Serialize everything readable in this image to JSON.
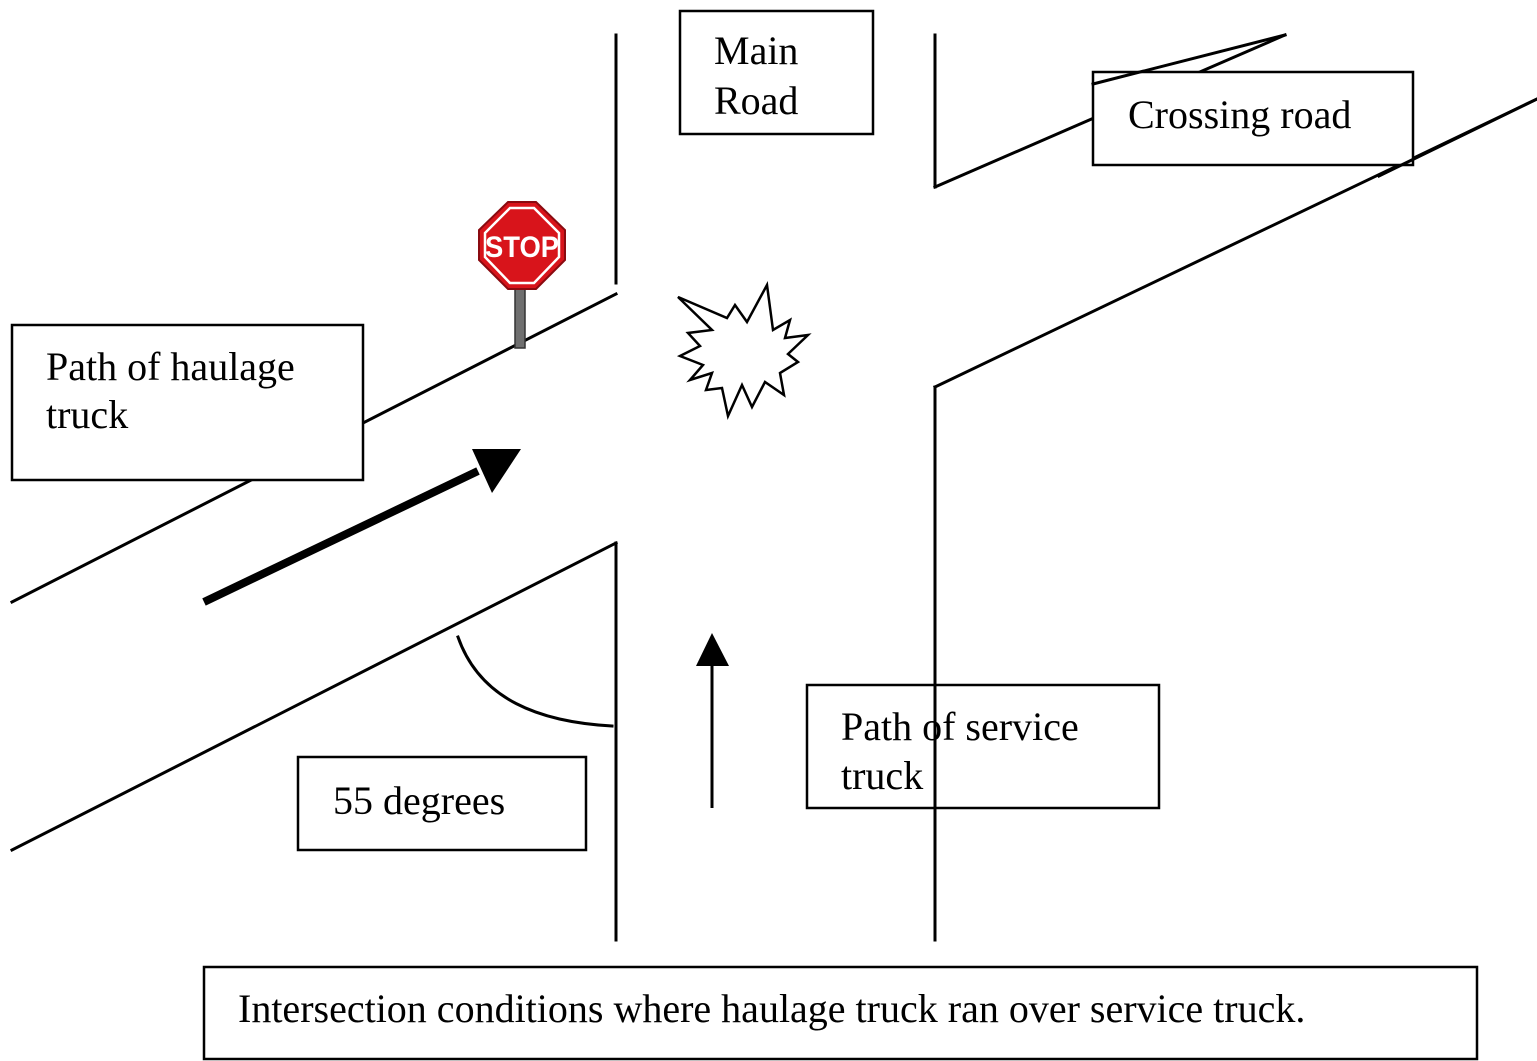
{
  "diagram": {
    "labels": {
      "main_road_line1": "Main",
      "main_road_line2": "Road",
      "crossing_road": "Crossing road",
      "haulage_path_line1": "Path of haulage",
      "haulage_path_line2": "truck",
      "angle": "55 degrees",
      "service_path_line1": "Path of service",
      "service_path_line2": "truck",
      "caption": "Intersection conditions where haulage truck ran over service truck."
    },
    "stop_sign": {
      "text": "STOP",
      "color": "#d8141b"
    },
    "icons": [
      "stop-sign-icon",
      "collision-burst-icon",
      "arrow-icon"
    ]
  }
}
